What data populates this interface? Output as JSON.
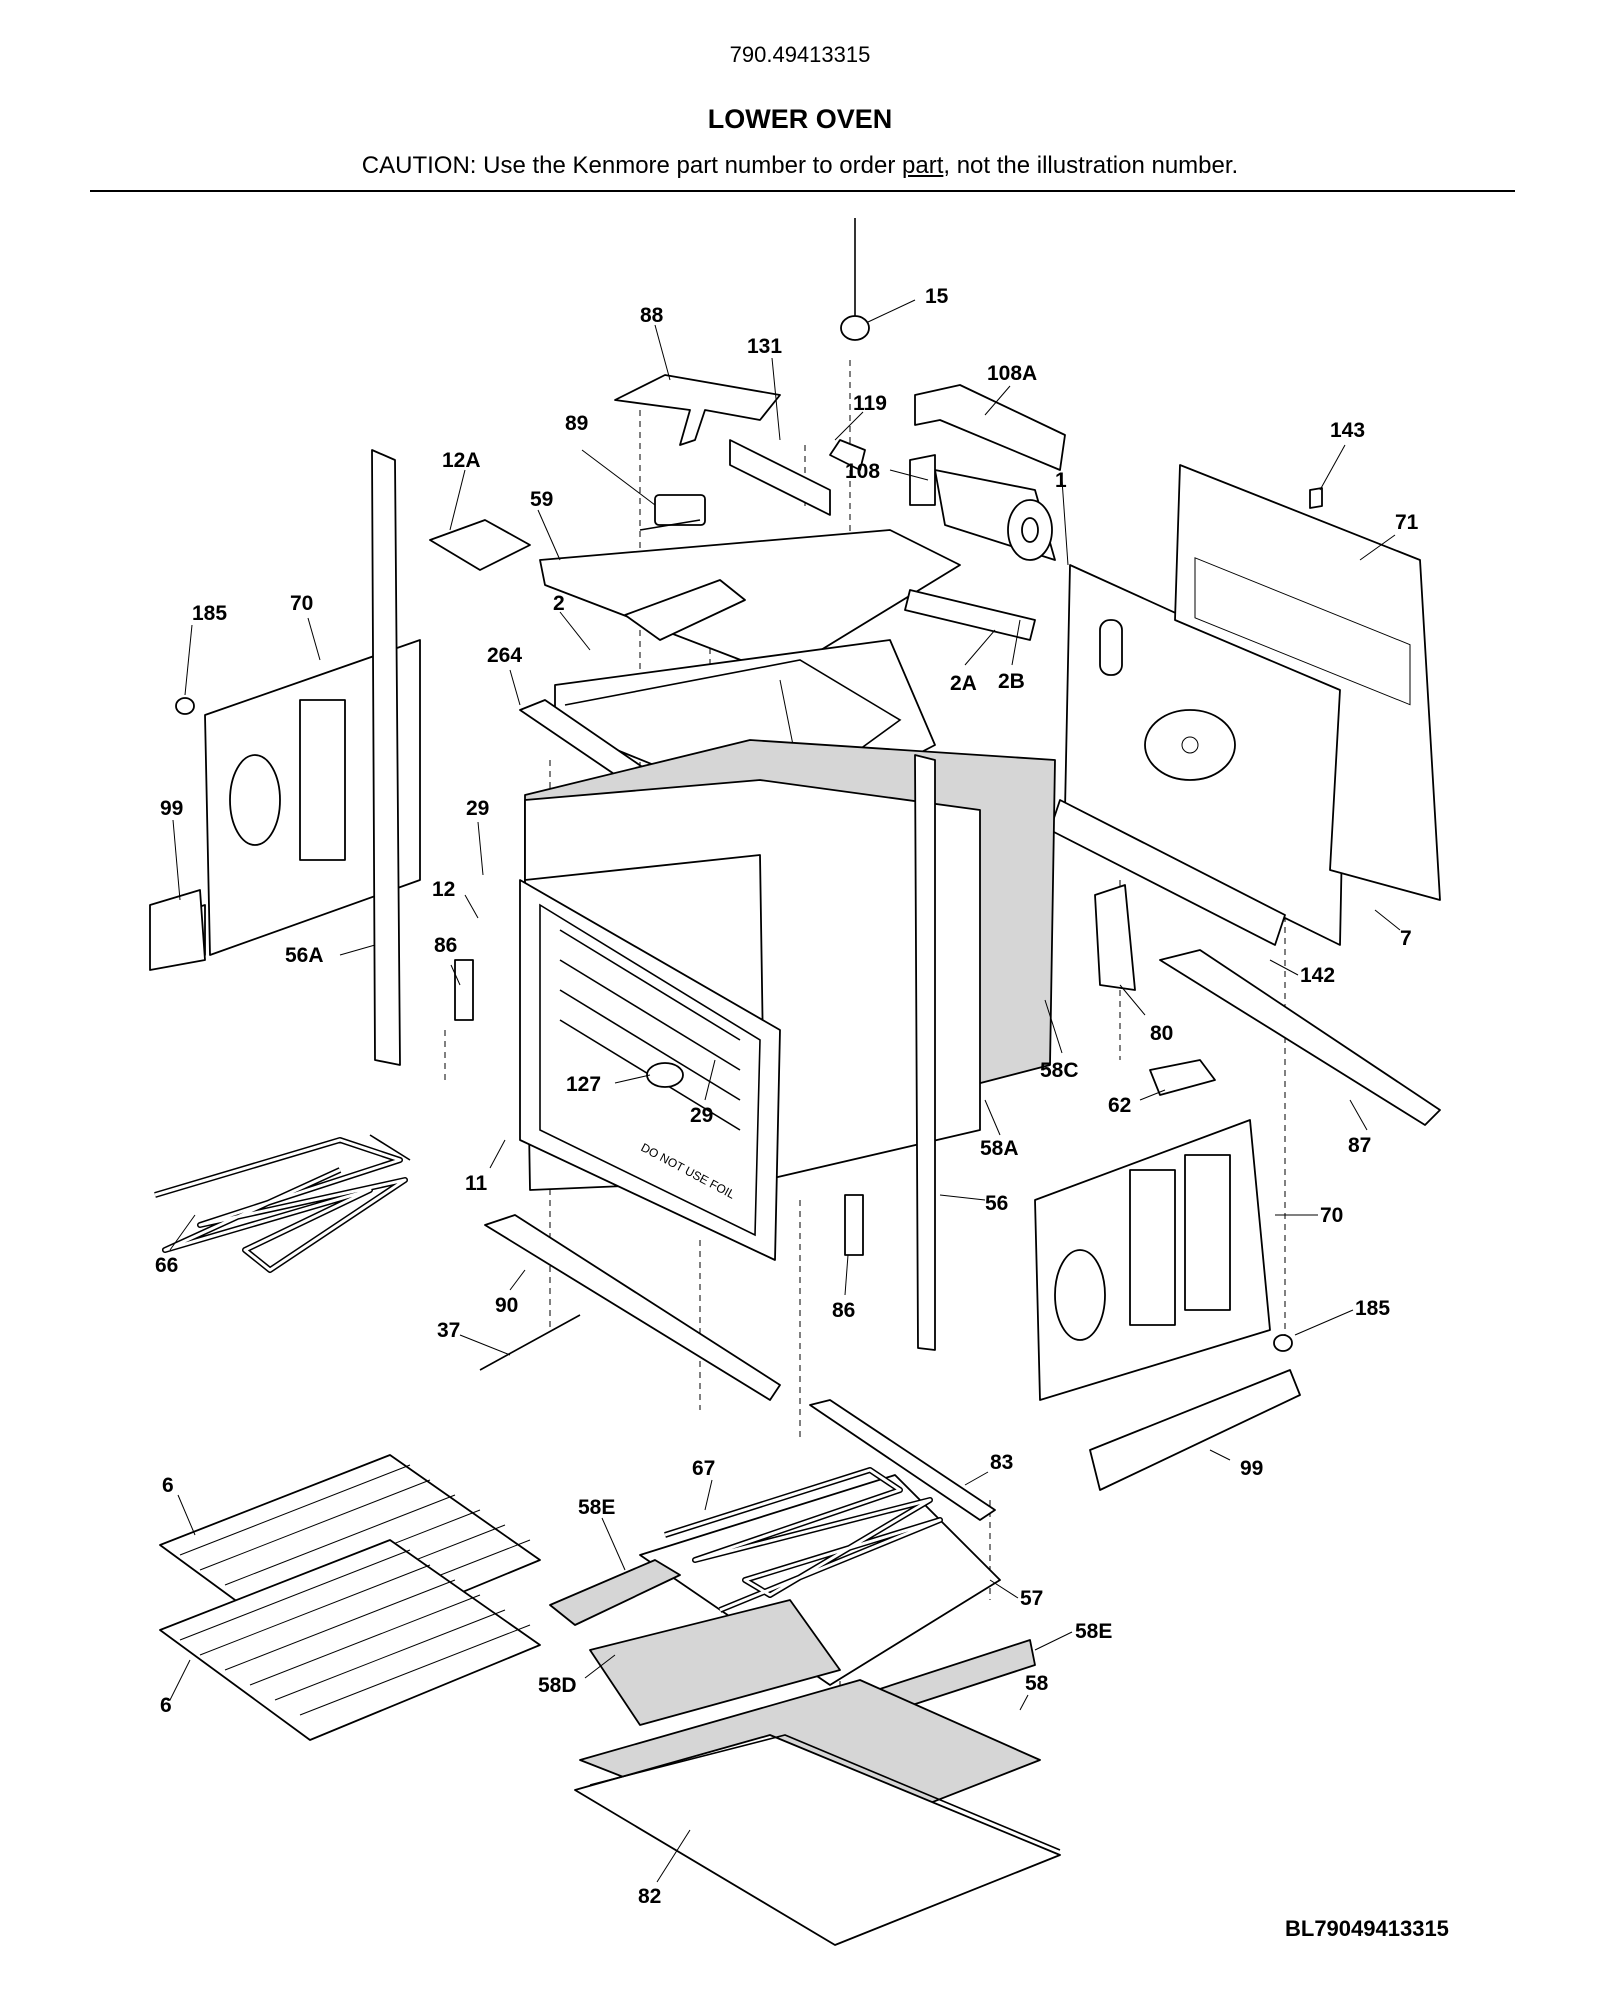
{
  "header": {
    "model_number": "790.49413315",
    "section_title": "LOWER OVEN",
    "caution_before": "CAUTION: Use the Kenmore part number to order ",
    "caution_link": "part",
    "caution_after": ", not the illustration number."
  },
  "footer": {
    "diagram_code": "BL79049413315"
  },
  "embossed_text": "DO NOT USE FOIL",
  "callouts": [
    "15",
    "88",
    "131",
    "119",
    "108A",
    "89",
    "108",
    "1",
    "143",
    "12A",
    "59",
    "71",
    "185",
    "70",
    "2",
    "2A",
    "2B",
    "264",
    "99",
    "29",
    "12",
    "56A",
    "86",
    "127",
    "29",
    "58C",
    "7",
    "142",
    "80",
    "62",
    "87",
    "11",
    "58A",
    "66",
    "56",
    "70",
    "90",
    "86",
    "185",
    "37",
    "99",
    "6",
    "67",
    "83",
    "58E",
    "57",
    "58E",
    "6",
    "58D",
    "58",
    "82"
  ]
}
